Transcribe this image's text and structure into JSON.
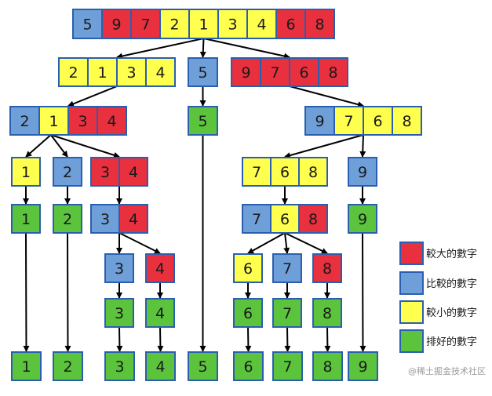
{
  "colors": {
    "red": "#e8303f",
    "blue": "#6f9fd8",
    "yellow": "#ffff4d",
    "green": "#5cc43c",
    "border": "#2a5fb0",
    "arrow": "#000000"
  },
  "rows": [
    {
      "groups": [
        {
          "cells": [
            [
              "5",
              "blue"
            ],
            [
              "9",
              "red"
            ],
            [
              "7",
              "red"
            ],
            [
              "2",
              "yellow"
            ],
            [
              "1",
              "yellow"
            ],
            [
              "3",
              "yellow"
            ],
            [
              "4",
              "yellow"
            ],
            [
              "6",
              "red"
            ],
            [
              "8",
              "red"
            ]
          ]
        }
      ]
    },
    {
      "groups": [
        {
          "cells": [
            [
              "2",
              "yellow"
            ],
            [
              "1",
              "yellow"
            ],
            [
              "3",
              "yellow"
            ],
            [
              "4",
              "yellow"
            ]
          ]
        },
        {
          "cells": [
            [
              "5",
              "blue"
            ]
          ]
        },
        {
          "cells": [
            [
              "9",
              "red"
            ],
            [
              "7",
              "red"
            ],
            [
              "6",
              "red"
            ],
            [
              "8",
              "red"
            ]
          ]
        }
      ]
    },
    {
      "groups": [
        {
          "cells": [
            [
              "2",
              "blue"
            ],
            [
              "1",
              "yellow"
            ],
            [
              "3",
              "red"
            ],
            [
              "4",
              "red"
            ]
          ]
        },
        {
          "cells": [
            [
              "5",
              "green"
            ]
          ]
        },
        {
          "cells": [
            [
              "9",
              "blue"
            ],
            [
              "7",
              "yellow"
            ],
            [
              "6",
              "yellow"
            ],
            [
              "8",
              "yellow"
            ]
          ]
        }
      ]
    },
    {
      "groups": [
        {
          "cells": [
            [
              "1",
              "yellow"
            ]
          ]
        },
        {
          "cells": [
            [
              "2",
              "blue"
            ]
          ]
        },
        {
          "cells": [
            [
              "3",
              "red"
            ],
            [
              "4",
              "red"
            ]
          ]
        },
        {
          "cells": [
            [
              "7",
              "yellow"
            ],
            [
              "6",
              "yellow"
            ],
            [
              "8",
              "yellow"
            ]
          ]
        },
        {
          "cells": [
            [
              "9",
              "blue"
            ]
          ]
        }
      ]
    },
    {
      "groups": [
        {
          "cells": [
            [
              "1",
              "green"
            ]
          ]
        },
        {
          "cells": [
            [
              "2",
              "green"
            ]
          ]
        },
        {
          "cells": [
            [
              "3",
              "blue"
            ],
            [
              "4",
              "red"
            ]
          ]
        },
        {
          "cells": [
            [
              "7",
              "blue"
            ],
            [
              "6",
              "yellow"
            ],
            [
              "8",
              "red"
            ]
          ]
        },
        {
          "cells": [
            [
              "9",
              "green"
            ]
          ]
        }
      ]
    },
    {
      "groups": [
        {
          "cells": [
            [
              "3",
              "blue"
            ]
          ]
        },
        {
          "cells": [
            [
              "4",
              "red"
            ]
          ]
        },
        {
          "cells": [
            [
              "6",
              "yellow"
            ]
          ]
        },
        {
          "cells": [
            [
              "7",
              "blue"
            ]
          ]
        },
        {
          "cells": [
            [
              "8",
              "red"
            ]
          ]
        }
      ]
    },
    {
      "groups": [
        {
          "cells": [
            [
              "3",
              "green"
            ]
          ]
        },
        {
          "cells": [
            [
              "4",
              "green"
            ]
          ]
        },
        {
          "cells": [
            [
              "6",
              "green"
            ]
          ]
        },
        {
          "cells": [
            [
              "7",
              "green"
            ]
          ]
        },
        {
          "cells": [
            [
              "8",
              "green"
            ]
          ]
        }
      ]
    },
    {
      "groups": [
        {
          "cells": [
            [
              "1",
              "green"
            ]
          ]
        },
        {
          "cells": [
            [
              "2",
              "green"
            ]
          ]
        },
        {
          "cells": [
            [
              "3",
              "green"
            ]
          ]
        },
        {
          "cells": [
            [
              "4",
              "green"
            ]
          ]
        },
        {
          "cells": [
            [
              "5",
              "green"
            ]
          ]
        },
        {
          "cells": [
            [
              "6",
              "green"
            ]
          ]
        },
        {
          "cells": [
            [
              "7",
              "green"
            ]
          ]
        },
        {
          "cells": [
            [
              "8",
              "green"
            ]
          ]
        },
        {
          "cells": [
            [
              "9",
              "green"
            ]
          ]
        }
      ]
    }
  ],
  "legend": [
    {
      "label": "較大的數字",
      "color": "red"
    },
    {
      "label": "比較的數字",
      "color": "blue"
    },
    {
      "label": "較小的數字",
      "color": "yellow"
    },
    {
      "label": "排好的數字",
      "color": "green"
    }
  ],
  "watermark": "@稀土掘金技术社区"
}
